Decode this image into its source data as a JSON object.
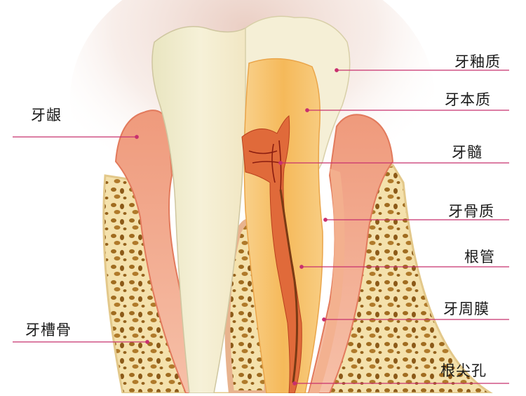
{
  "labels": {
    "enamel": "牙釉质",
    "dentin": "牙本质",
    "gum": "牙龈",
    "pulp": "牙髓",
    "cementum": "牙骨质",
    "root_canal": "根管",
    "periodontal_ligament": "牙周膜",
    "alveolar_bone": "牙槽骨",
    "apical_foramen": "根尖孔"
  },
  "colors": {
    "leader_line": "#c8306e",
    "enamel": "#f2ecd0",
    "dentin": "#f6c46a",
    "pulp": "#d9532c",
    "gum": "#f2a88a",
    "bone": "#f5e3b0",
    "bone_pores": "#9a6a1e"
  }
}
